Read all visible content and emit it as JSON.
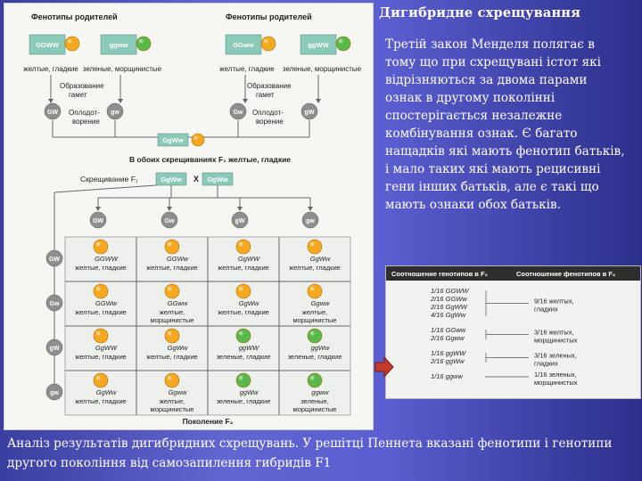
{
  "slide": {
    "title": "Дигибридне схрещування",
    "body": "Третій закон Менделя полягає в тому що при схрещувані істот які відрізняються за двома парами ознак в другому поколінні спостерігається незалежне комбінування ознак. Є багато нащадків які мають фенотип батьків, і мало таких які мають рецисивні гени інших батьків, але є такі що мають ознаки обох батьків.",
    "caption": "Аналіз результатів дигибридних схрещувань. У решітці Пеннета вказані фенотипи і генотипи другого покоління від самозапилення гибридів F1"
  },
  "diagram": {
    "header_left": "Фенотипы родителей",
    "header_right": "Фенотипы родителей",
    "parents_left": [
      {
        "genotype": "GGWW",
        "phenotype": "желтые, гладкие",
        "color": "yellow"
      },
      {
        "genotype": "ggww",
        "phenotype": "зеленые, морщинистые",
        "color": "green"
      }
    ],
    "parents_right": [
      {
        "genotype": "GGww",
        "phenotype": "желтые, гладкие",
        "color": "yellow"
      },
      {
        "genotype": "ggWW",
        "phenotype": "зеленые, морщинистые",
        "color": "green"
      }
    ],
    "gamete_label_1": "Образование",
    "gamete_label_2": "гамет",
    "fert_label_1": "Оплодот-",
    "fert_label_2": "ворение",
    "gametes_left": [
      "GW",
      "gw"
    ],
    "gametes_right": [
      "Gw",
      "gW"
    ],
    "f1_genotype": "GgWw",
    "f1_text": "В обоих скрещиваниях F₁ желтые, гладкие",
    "cross_label": "Скрещивание F₁",
    "cross_a": "GgWw",
    "cross_x": "X",
    "cross_b": "GgWw",
    "top_gametes": [
      "GW",
      "Gw",
      "gW",
      "gw"
    ],
    "side_gametes": [
      "GW",
      "Gw",
      "gW",
      "gw"
    ],
    "grid": [
      [
        {
          "g": "GGWW",
          "p1": "желтые, гладкие",
          "p2": "",
          "c": "yellow"
        },
        {
          "g": "GGWw",
          "p1": "желтые, гладкие",
          "p2": "",
          "c": "yellow"
        },
        {
          "g": "GgWW",
          "p1": "желтые, гладкие",
          "p2": "",
          "c": "yellow"
        },
        {
          "g": "GgWw",
          "p1": "желтые, гладкие",
          "p2": "",
          "c": "yellow"
        }
      ],
      [
        {
          "g": "GGWw",
          "p1": "желтые, гладкие",
          "p2": "",
          "c": "yellow"
        },
        {
          "g": "GGww",
          "p1": "желтые,",
          "p2": "морщинистые",
          "c": "yellow"
        },
        {
          "g": "GgWw",
          "p1": "желтые, гладкие",
          "p2": "",
          "c": "yellow"
        },
        {
          "g": "Ggww",
          "p1": "желтые,",
          "p2": "морщинистые",
          "c": "yellow"
        }
      ],
      [
        {
          "g": "GgWW",
          "p1": "желтые, гладкие",
          "p2": "",
          "c": "yellow"
        },
        {
          "g": "GgWw",
          "p1": "желтые, гладкие",
          "p2": "",
          "c": "yellow"
        },
        {
          "g": "ggWW",
          "p1": "зеленые, гладкие",
          "p2": "",
          "c": "green"
        },
        {
          "g": "ggWw",
          "p1": "зеленые, гладкие",
          "p2": "",
          "c": "green"
        }
      ],
      [
        {
          "g": "GgWw",
          "p1": "желтые, гладкие",
          "p2": "",
          "c": "yellow"
        },
        {
          "g": "Ggww",
          "p1": "желтые,",
          "p2": "морщинистые",
          "c": "yellow"
        },
        {
          "g": "ggWw",
          "p1": "зеленые, гладкие",
          "p2": "",
          "c": "green"
        },
        {
          "g": "ggww",
          "p1": "зеленые,",
          "p2": "морщинистые",
          "c": "green"
        }
      ]
    ],
    "footer": "Поколение F₂"
  },
  "ratio_table": {
    "header_left": "Соотношение генотипов в F₂",
    "header_right": "Соотношение фенотипов в F₂",
    "groups": [
      {
        "genotypes": [
          "1/16 GGWW",
          "2/16 GGWw",
          "2/16 GgWW",
          "4/16 GgWw"
        ],
        "phenotype": [
          "9/16 желтых,",
          "гладких"
        ]
      },
      {
        "genotypes": [
          "1/16 GGww",
          "2/16 Ggww"
        ],
        "phenotype": [
          "3/16 желтых,",
          "морщинистых"
        ]
      },
      {
        "genotypes": [
          "1/16 ggWW",
          "2/16 ggWw"
        ],
        "phenotype": [
          "3/16 зеленых,",
          "гладких"
        ]
      },
      {
        "genotypes": [
          "1/16 ggww"
        ],
        "phenotype": [
          "1/16 зеленых,",
          "морщинистых"
        ]
      }
    ]
  },
  "colors": {
    "yellow": "#f3a81e",
    "green": "#58b848",
    "gamete": "#8e8e8e",
    "genobox": "#8bc9b8",
    "accent_arrow": "#c23b2b"
  }
}
